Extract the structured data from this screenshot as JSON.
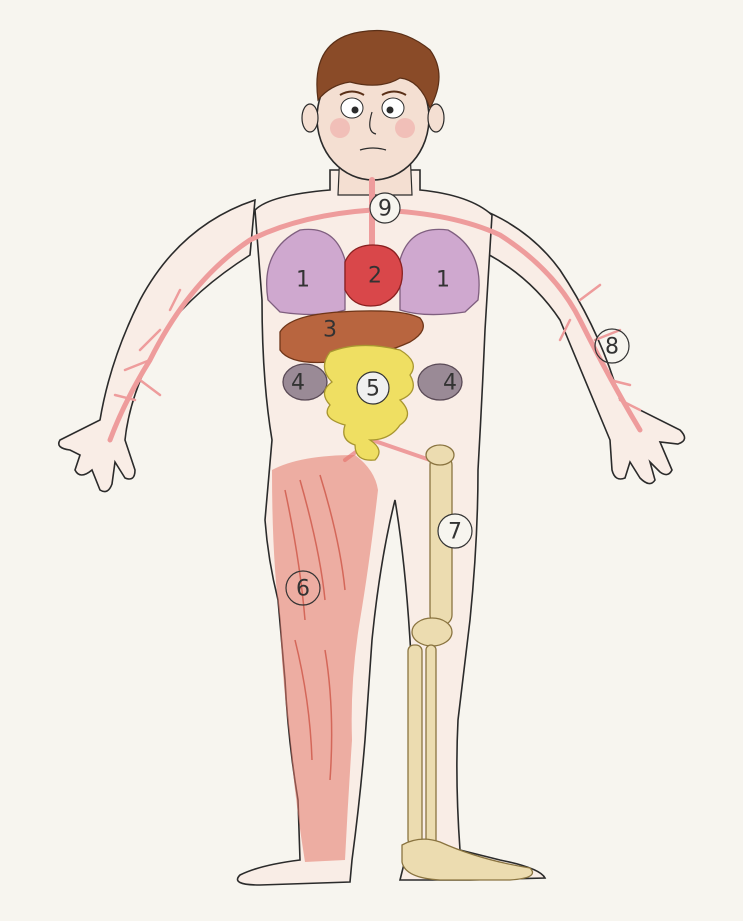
{
  "labels": {
    "lung_left": "1",
    "lung_right": "1",
    "heart": "2",
    "liver": "3",
    "kidney_left": "4",
    "kidney_right": "4",
    "intestines": "5",
    "muscles": "6",
    "skeleton": "7",
    "arm_veins": "8",
    "neck_vessel": "9"
  },
  "colors": {
    "paper": "#f7f5ef",
    "skin": "#f4dfd2",
    "hair": "#8a4b28",
    "lungs": "#cfa8cf",
    "heart": "#d9474a",
    "liver": "#b8653f",
    "kidneys": "#9a8a96",
    "intestines": "#efdf62",
    "muscle": "#e3786a",
    "bone": "#ecdcb0",
    "blood_vessel": "#ee9c9c",
    "outline": "#2b2b2b"
  }
}
